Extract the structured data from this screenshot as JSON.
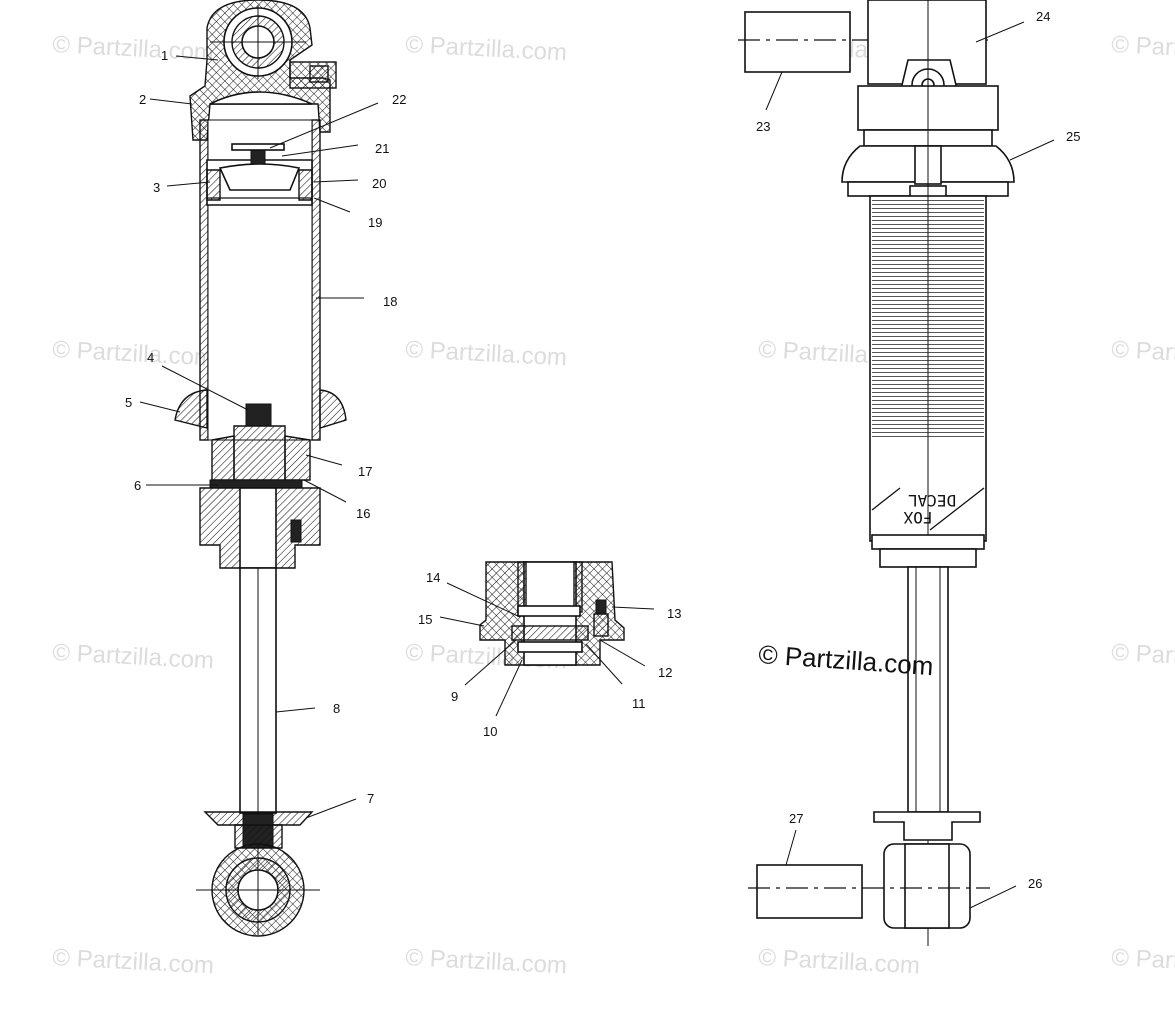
{
  "watermark": {
    "text": "© Partzilla.com"
  },
  "copyright": "© Partzilla.com",
  "decal": {
    "line1": "DECAL",
    "line2": "FOX"
  },
  "callouts": [
    "1",
    "2",
    "3",
    "4",
    "5",
    "6",
    "7",
    "8",
    "9",
    "10",
    "11",
    "12",
    "13",
    "14",
    "15",
    "16",
    "17",
    "18",
    "19",
    "20",
    "21",
    "22",
    "23",
    "24",
    "25",
    "26",
    "27"
  ],
  "colors": {
    "ink": "#111111",
    "watermark": "#dcdcdc",
    "background": "#ffffff"
  }
}
